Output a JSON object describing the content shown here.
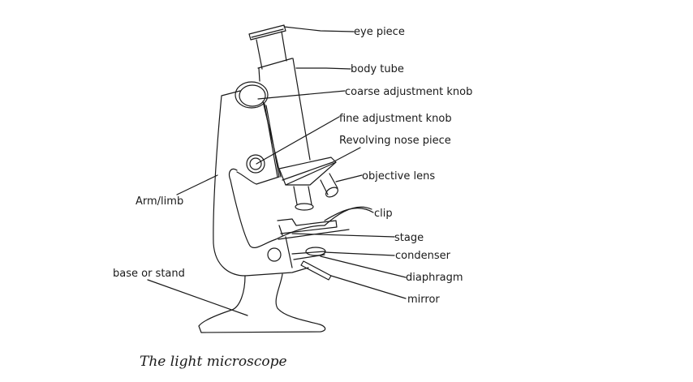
{
  "diagram": {
    "title": "The light microscope",
    "labels": {
      "eye_piece": "eye piece",
      "body_tube": "body tube",
      "coarse_adjustment_knob": "coarse adjustment knob",
      "fine_adjustment_knob": "fine adjustment knob",
      "revolving_nose_piece": "Revolving nose piece",
      "objective_lens": "objective lens",
      "arm_limb": "Arm/limb",
      "clip": "clip",
      "stage": "stage",
      "condenser": "condenser",
      "diaphragm": "diaphragm",
      "base_or_stand": "base or stand",
      "mirror": "mirror"
    }
  }
}
